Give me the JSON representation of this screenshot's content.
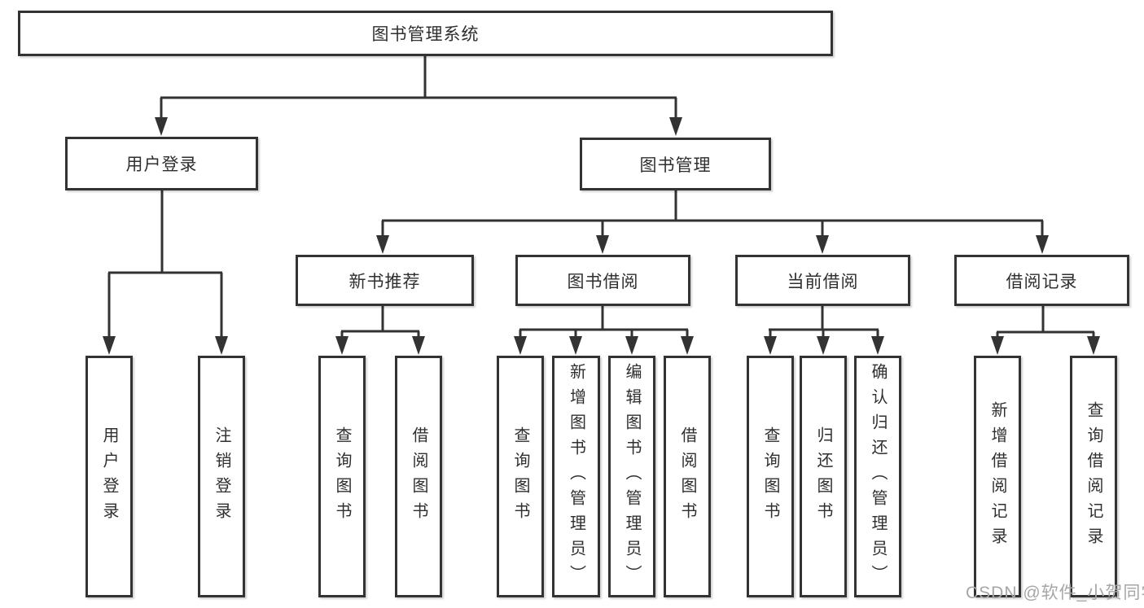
{
  "diagram": {
    "type": "tree",
    "root": {
      "label": "图书管理系统"
    },
    "branches": [
      {
        "label": "用户登录",
        "children": [
          {
            "label": "用户登录"
          },
          {
            "label": "注销登录"
          }
        ]
      },
      {
        "label": "图书管理",
        "children": [
          {
            "label": "新书推荐",
            "children": [
              {
                "label": "查询图书"
              },
              {
                "label": "借阅图书"
              }
            ]
          },
          {
            "label": "图书借阅",
            "children": [
              {
                "label": "查询图书"
              },
              {
                "label": "新增图书（管理员）"
              },
              {
                "label": "编辑图书（管理员）"
              },
              {
                "label": "借阅图书"
              }
            ]
          },
          {
            "label": "当前借阅",
            "children": [
              {
                "label": "查询图书"
              },
              {
                "label": "归还图书"
              },
              {
                "label": "确认归还（管理员）"
              }
            ]
          },
          {
            "label": "借阅记录",
            "children": [
              {
                "label": "新增借阅记录"
              },
              {
                "label": "查询借阅记录"
              }
            ]
          }
        ]
      }
    ]
  },
  "watermark": {
    "text": "CSDN @软件_小贺同学"
  },
  "colors": {
    "line": "#333333",
    "node_border": "#333333",
    "node_background": "#ffffff",
    "text": "#2f2f2f",
    "watermark": "#a6a6a6"
  }
}
